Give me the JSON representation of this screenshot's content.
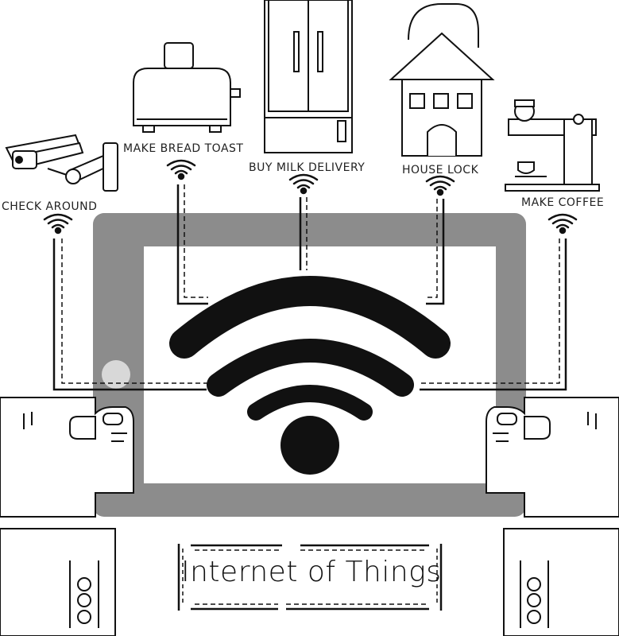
{
  "labels": {
    "check_around": "CHECK AROUND",
    "make_bread_toast": "MAKE BREAD TOAST",
    "buy_milk_delivery": "BUY MILK DELIVERY",
    "house_lock": "HOUSE LOCK",
    "make_coffee": "MAKE COFFEE"
  },
  "title": "Internet of Things",
  "colors": {
    "ink": "#111111",
    "frame": "#8c8c8c",
    "paper": "#ffffff"
  },
  "icons": [
    "security-camera-icon",
    "toaster-icon",
    "refrigerator-icon",
    "house-icon",
    "coffee-machine-icon",
    "wifi-icon"
  ]
}
